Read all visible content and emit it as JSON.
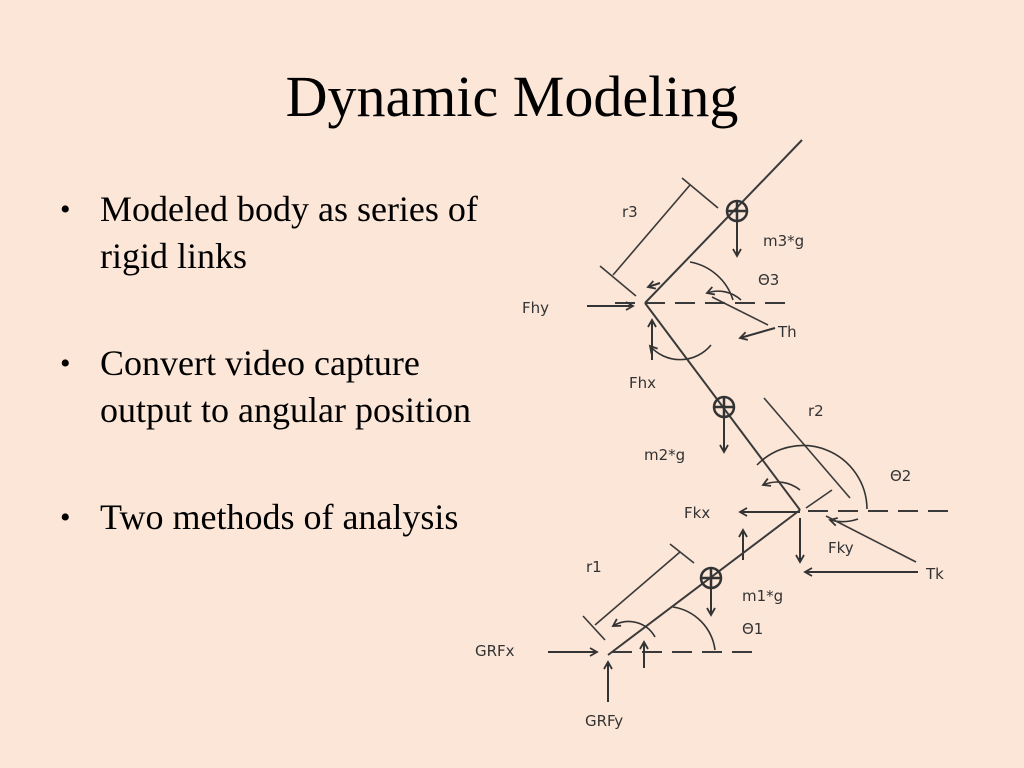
{
  "slide": {
    "title": "Dynamic Modeling",
    "bullets": [
      "Modeled body as series of rigid links",
      "Convert video capture output to angular position",
      "Two methods of analysis"
    ]
  },
  "diagram": {
    "labels": {
      "r3": "r3",
      "m3g": "m3*g",
      "theta3": "Θ3",
      "fhy": "Fhy",
      "th": "Th",
      "fhx": "Fhx",
      "r2": "r2",
      "m2g": "m2*g",
      "theta2": "Θ2",
      "fkx": "Fkx",
      "fky": "Fky",
      "tk": "Tk",
      "r1": "r1",
      "m1g": "m1*g",
      "theta1": "Θ1",
      "grfx": "GRFx",
      "grfy": "GRFy"
    }
  },
  "colors": {
    "background": "#fbe6d8",
    "text": "#000000",
    "diagram_ink": "#333333"
  }
}
